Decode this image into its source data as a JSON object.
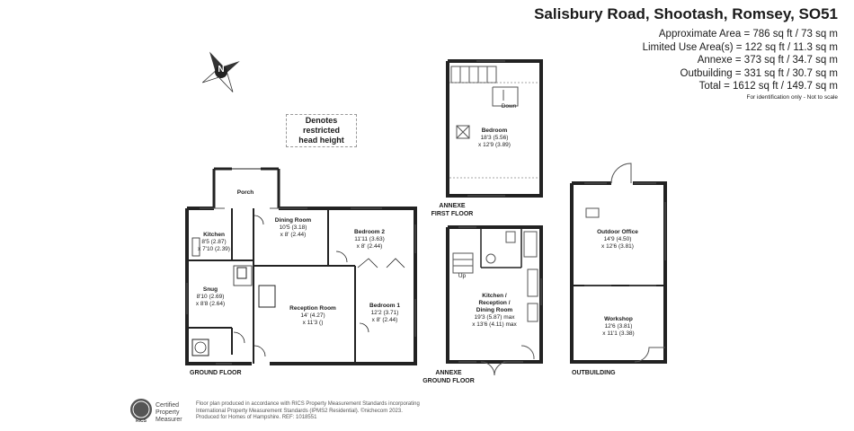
{
  "address": "Salisbury Road, Shootash, Romsey, SO51",
  "areas": [
    "Approximate Area = 786 sq ft / 73 sq m",
    "Limited Use Area(s) = 122 sq ft / 11.3 sq m",
    "Annexe = 373 sq ft / 34.7 sq m",
    "Outbuilding = 331 sq ft / 30.7 sq m",
    "Total = 1612 sq ft / 149.7 sq m"
  ],
  "area_note": "For identification only - Not to scale",
  "compass_letter": "N",
  "restricted_label": [
    "Denotes restricted",
    "head height"
  ],
  "rooms": {
    "porch": {
      "name": "Porch"
    },
    "kitchen": {
      "name": "Kitchen",
      "dims": [
        "8'5 (2.87)",
        "x 7'10 (2.39)"
      ]
    },
    "dining": {
      "name": "Dining Room",
      "dims": [
        "10'5 (3.18)",
        "x 8' (2.44)"
      ]
    },
    "bed2": {
      "name": "Bedroom 2",
      "dims": [
        "11'11 (3.63)",
        "x 8' (2.44)"
      ]
    },
    "snug": {
      "name": "Snug",
      "dims": [
        "8'10 (2.69)",
        "x 8'8 (2.64)"
      ]
    },
    "reception": {
      "name": "Reception Room",
      "dims": [
        "14' (4.27)",
        "x 11'3 ()"
      ]
    },
    "bed1": {
      "name": "Bedroom 1",
      "dims": [
        "12'2 (3.71)",
        "x 8' (2.44)"
      ]
    },
    "annexe_bed": {
      "name": "Bedroom",
      "dims": [
        "18'3 (5.56)",
        "x 12'9 (3.89)"
      ]
    },
    "annexe_kitchen": {
      "name": [
        "Kitchen /",
        "Reception /",
        "Dining Room"
      ],
      "dims": [
        "19'3 (5.87) max",
        "x 13'6 (4.11) max"
      ]
    },
    "office": {
      "name": "Outdoor Office",
      "dims": [
        "14'9 (4.50)",
        "x 12'6 (3.81)"
      ]
    },
    "workshop": {
      "name": "Workshop",
      "dims": [
        "12'6 (3.81)",
        "x 11'1 (3.38)"
      ]
    }
  },
  "annexe_down": "Down",
  "annexe_up": "Up",
  "plans": {
    "ground": "GROUND FLOOR",
    "annexe_first": [
      "ANNEXE",
      "FIRST FLOOR"
    ],
    "annexe_ground": [
      "ANNEXE",
      "GROUND FLOOR"
    ],
    "outbuilding": "OUTBUILDING"
  },
  "rics": [
    "Certified",
    "Property",
    "Measurer"
  ],
  "rics_logo": "RICS",
  "footer": [
    "Floor plan produced in accordance with RICS Property Measurement Standards incorporating",
    "International Property Measurement Standards (IPMS2 Residential). ©nichecom 2023.",
    "Produced for Homes of Hampshire.   REF:  1018551"
  ]
}
